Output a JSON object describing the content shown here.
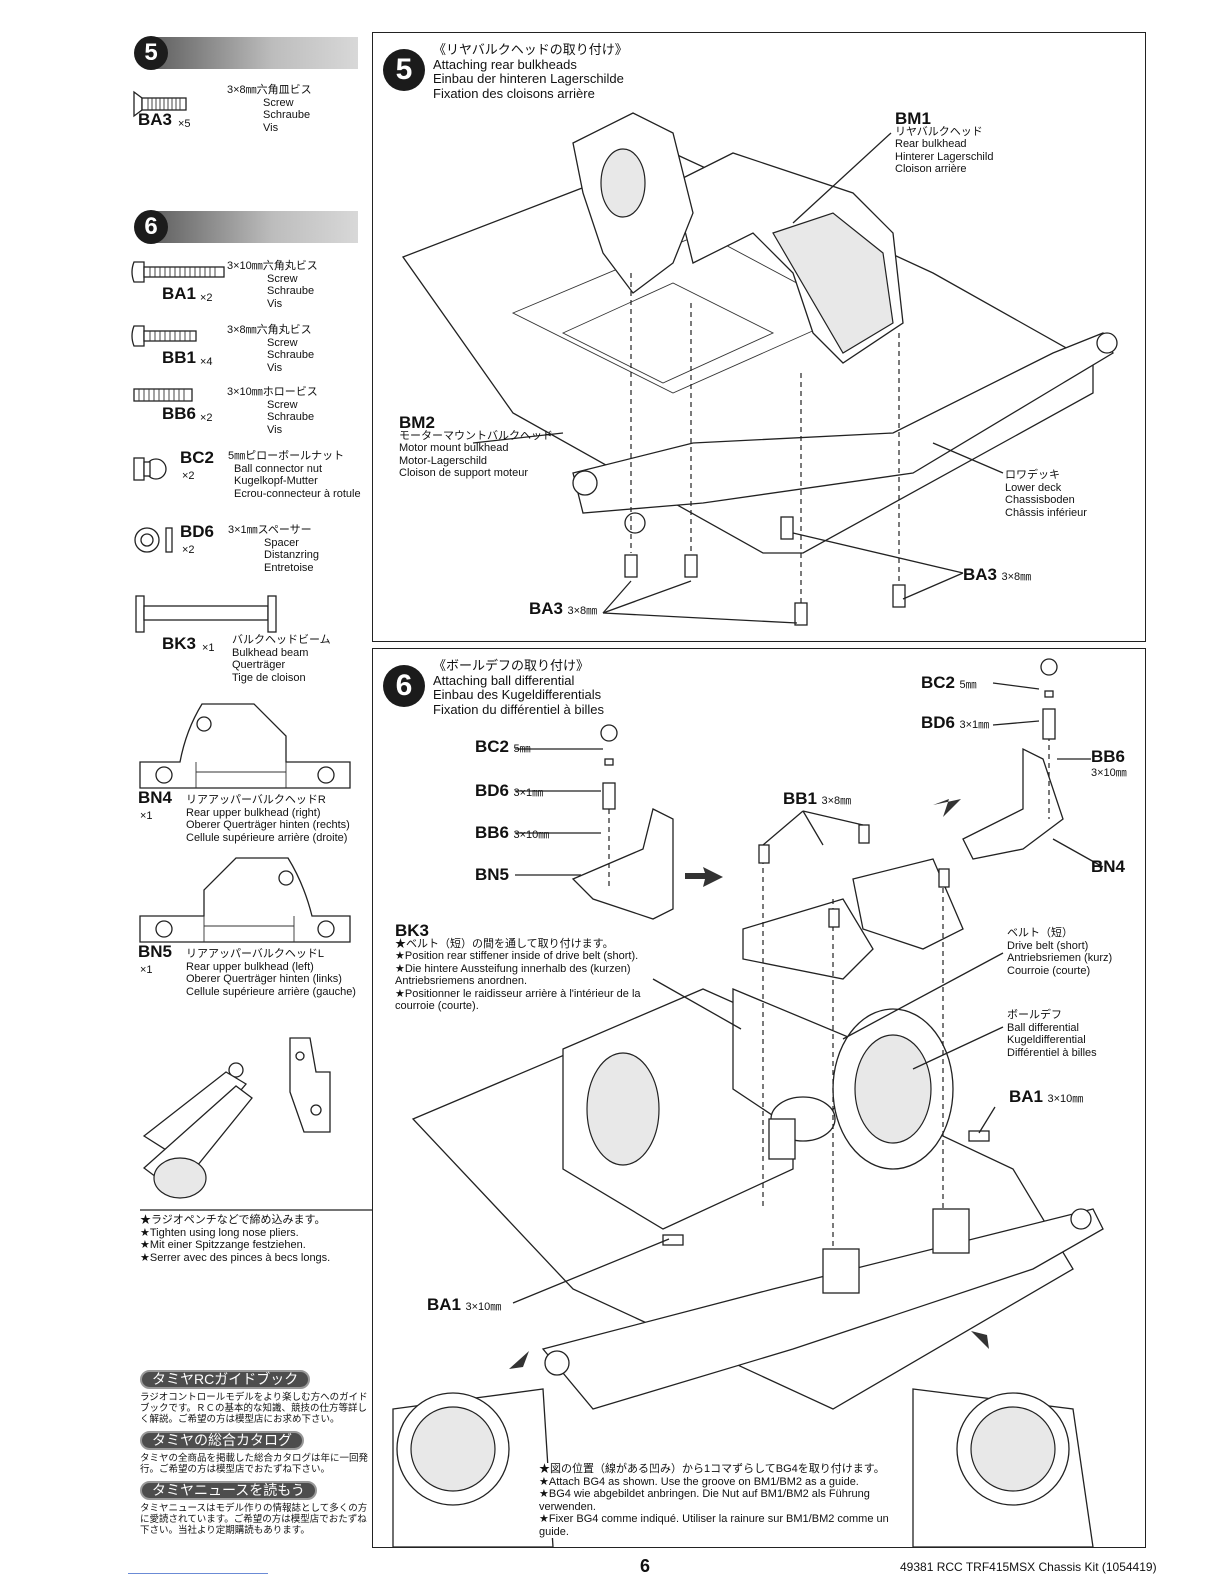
{
  "sidebar": {
    "step5": {
      "number": "5",
      "parts": [
        {
          "code": "BA3",
          "qty": "×5",
          "size": "3×8㎜六角皿ビス",
          "en": "Screw",
          "de": "Schraube",
          "fr": "Vis"
        }
      ]
    },
    "step6": {
      "number": "6",
      "parts": [
        {
          "code": "BA1",
          "qty": "×2",
          "size": "3×10㎜六角丸ビス",
          "en": "Screw",
          "de": "Schraube",
          "fr": "Vis"
        },
        {
          "code": "BB1",
          "qty": "×4",
          "size": "3×8㎜六角丸ビス",
          "en": "Screw",
          "de": "Schraube",
          "fr": "Vis"
        },
        {
          "code": "BB6",
          "qty": "×2",
          "size": "3×10㎜ホロービス",
          "en": "Screw",
          "de": "Schraube",
          "fr": "Vis"
        },
        {
          "code": "BC2",
          "qty": "×2",
          "size": "5㎜ピローボールナット",
          "en": "Ball connector nut",
          "de": "Kugelkopf-Mutter",
          "fr": "Ecrou-connecteur à rotule"
        },
        {
          "code": "BD6",
          "qty": "×2",
          "size": "3×1㎜スペーサー",
          "en": "Spacer",
          "de": "Distanzring",
          "fr": "Entretoise"
        },
        {
          "code": "BK3",
          "qty": "×1",
          "size": "バルクヘッドビーム",
          "en": "Bulkhead beam",
          "de": "Querträger",
          "fr": "Tige de cloison"
        },
        {
          "code": "BN4",
          "qty": "×1",
          "size": "リアアッパーバルクヘッドR",
          "en": "Rear upper bulkhead (right)",
          "de": "Oberer Querträger hinten (rechts)",
          "fr": "Cellule supérieure arrière (droite)"
        },
        {
          "code": "BN5",
          "qty": "×1",
          "size": "リアアッパーバルクヘッドL",
          "en": "Rear upper bulkhead (left)",
          "de": "Oberer Querträger hinten (links)",
          "fr": "Cellule supérieure arrière (gauche)"
        }
      ]
    },
    "pliers_note": {
      "jp": "★ラジオペンチなどで締め込みます。",
      "en": "★Tighten using long nose pliers.",
      "de": "★Mit einer Spitzzange festziehen.",
      "fr": "★Serrer avec des pinces à becs longs."
    },
    "guide": {
      "pill1": "タミヤRCガイドブック",
      "text1": "ラジオコントロールモデルをより楽しむ方へのガイドブックです。ＲＣの基本的な知識、競技の仕方等詳しく解説。ご希望の方は模型店にお求め下さい。",
      "pill2": "タミヤの総合カタログ",
      "text2": "タミヤの全商品を掲載した総合カタログは年に一回発行。ご希望の方は模型店でおたずね下さい。",
      "pill3": "タミヤニュースを読もう",
      "text3": "タミヤニュースはモデル作りの情報誌として多くの方に愛読されています。ご希望の方は模型店でおたずね下さい。当社より定期購読もあります。"
    }
  },
  "panel5": {
    "number": "5",
    "title_jp": "《リヤバルクヘッドの取り付け》",
    "title_en": "Attaching rear bulkheads",
    "title_de": "Einbau der hinteren Lagerschilde",
    "title_fr": "Fixation des cloisons arrière",
    "bm1": {
      "code": "BM1",
      "jp": "リヤバルクヘッド",
      "en": "Rear bulkhead",
      "de": "Hinterer Lagerschild",
      "fr": "Cloison arrière"
    },
    "bm2": {
      "code": "BM2",
      "jp": "モーターマウントバルクヘッド",
      "en": "Motor mount bulkhead",
      "de": "Motor-Lagerschild",
      "fr": "Cloison de support moteur"
    },
    "deck": {
      "jp": "ロワデッキ",
      "en": "Lower deck",
      "de": "Chassisboden",
      "fr": "Châssis inférieur"
    },
    "ba3_right": {
      "code": "BA3",
      "size": "3×8㎜"
    },
    "ba3_bottom": {
      "code": "BA3",
      "size": "3×8㎜"
    }
  },
  "panel6": {
    "number": "6",
    "title_jp": "《ボールデフの取り付け》",
    "title_en": "Attaching ball differential",
    "title_de": "Einbau des Kugeldifferentials",
    "title_fr": "Fixation du différentiel à billes",
    "bc2_r": {
      "code": "BC2",
      "size": "5㎜"
    },
    "bd6_r": {
      "code": "BD6",
      "size": "3×1㎜"
    },
    "bb6_r": {
      "code": "BB6",
      "size": "3×10㎜"
    },
    "bn4": "BN4",
    "bc2_l": {
      "code": "BC2",
      "size": "5㎜"
    },
    "bd6_l": {
      "code": "BD6",
      "size": "3×1㎜"
    },
    "bb6_l": {
      "code": "BB6",
      "size": "3×10㎜"
    },
    "bn5": "BN5",
    "bb1": {
      "code": "BB1",
      "size": "3×8㎜"
    },
    "bk3": {
      "code": "BK3",
      "jp": "★ベルト（短）の間を通して取り付けます。",
      "en": "★Position rear stiffener inside of drive belt (short).",
      "de": "★Die hintere Aussteifung innerhalb des (kurzen) Antriebsriemens anordnen.",
      "fr": "★Positionner le raidisseur arrière à l'intérieur de la courroie (courte)."
    },
    "belt": {
      "jp": "ベルト（短）",
      "en": "Drive belt (short)",
      "de": "Antriebsriemen (kurz)",
      "fr": "Courroie (courte)"
    },
    "diff": {
      "jp": "ボールデフ",
      "en": "Ball differential",
      "de": "Kugeldifferential",
      "fr": "Différentiel à billes"
    },
    "ba1_r": {
      "code": "BA1",
      "size": "3×10㎜"
    },
    "ba1_l": {
      "code": "BA1",
      "size": "3×10㎜"
    },
    "bg4_note": {
      "jp": "★図の位置（線がある凹み）から1コマずらしてBG4を取り付けます。",
      "en": "★Attach BG4 as shown. Use the groove on BM1/BM2 as a guide.",
      "de": "★BG4 wie abgebildet anbringen. Die Nut auf BM1/BM2 als Führung verwenden.",
      "fr": "★Fixer BG4 comme indiqué. Utiliser la rainure sur BM1/BM2 comme un guide."
    }
  },
  "footer": {
    "page": "6",
    "kit": "49381 RCC TRF415MSX Chassis Kit (1054419)"
  }
}
